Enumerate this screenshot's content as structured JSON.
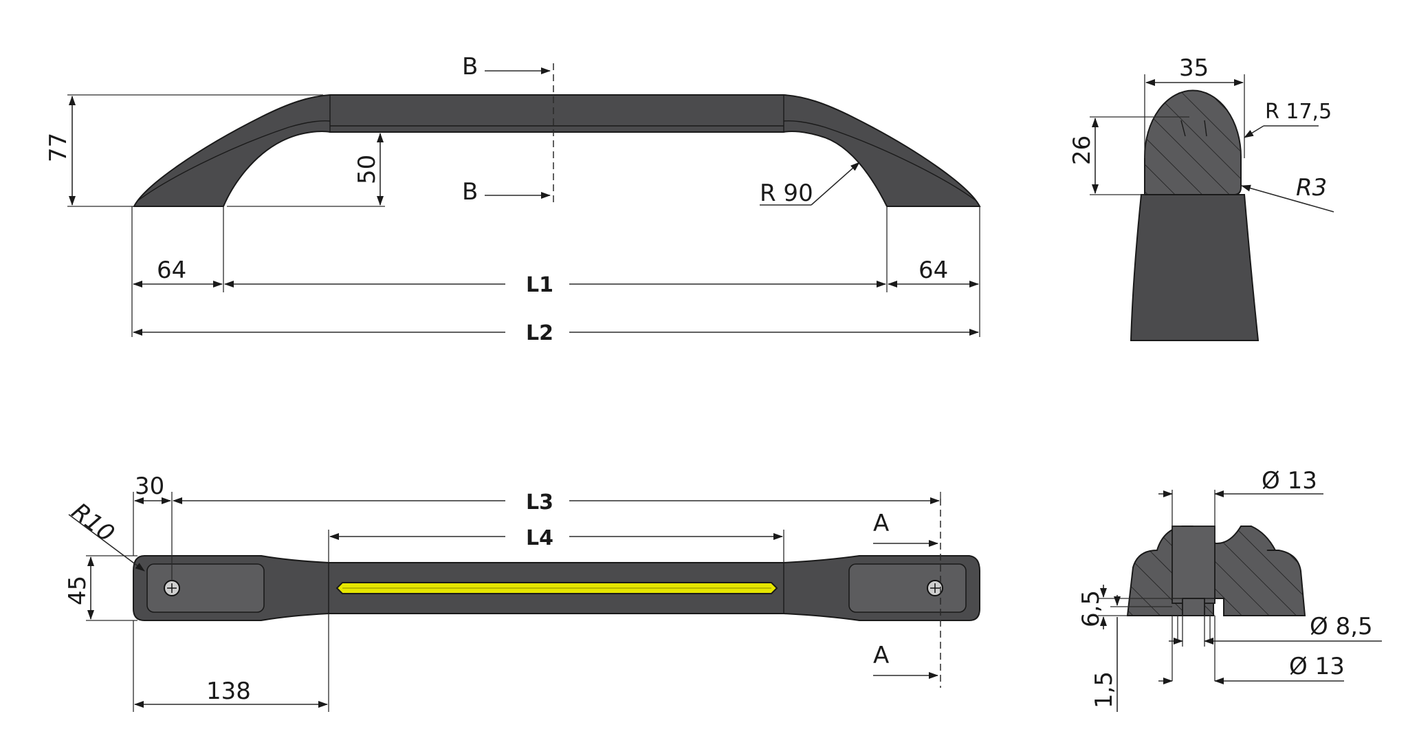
{
  "views": {
    "side": {
      "overall_height": "77",
      "grip_height": "50",
      "radius": "R 90",
      "end_left": "64",
      "end_right": "64",
      "l1": "L1",
      "l2": "L2",
      "section_b_top": "B",
      "section_b_bottom": "B"
    },
    "top": {
      "hole_offset": "30",
      "l3": "L3",
      "l4": "L4",
      "corner_radius": "R10",
      "width": "45",
      "insert_offset": "138",
      "section_a_top": "A",
      "section_a_bottom": "A",
      "insert_color": "#e6e600"
    },
    "section_b": {
      "width": "35",
      "radius_top": "R 17,5",
      "height": "26",
      "radius_corner": "R3"
    },
    "section_a": {
      "counterbore_dia": "Ø 13",
      "depth": "6,5",
      "hole_dia": "Ø 8,5",
      "bottom_dia": "Ø 13",
      "step": "1,5"
    }
  },
  "colors": {
    "body": "#4b4b4d",
    "line": "#1a1a1a",
    "insert": "#e6e600"
  }
}
